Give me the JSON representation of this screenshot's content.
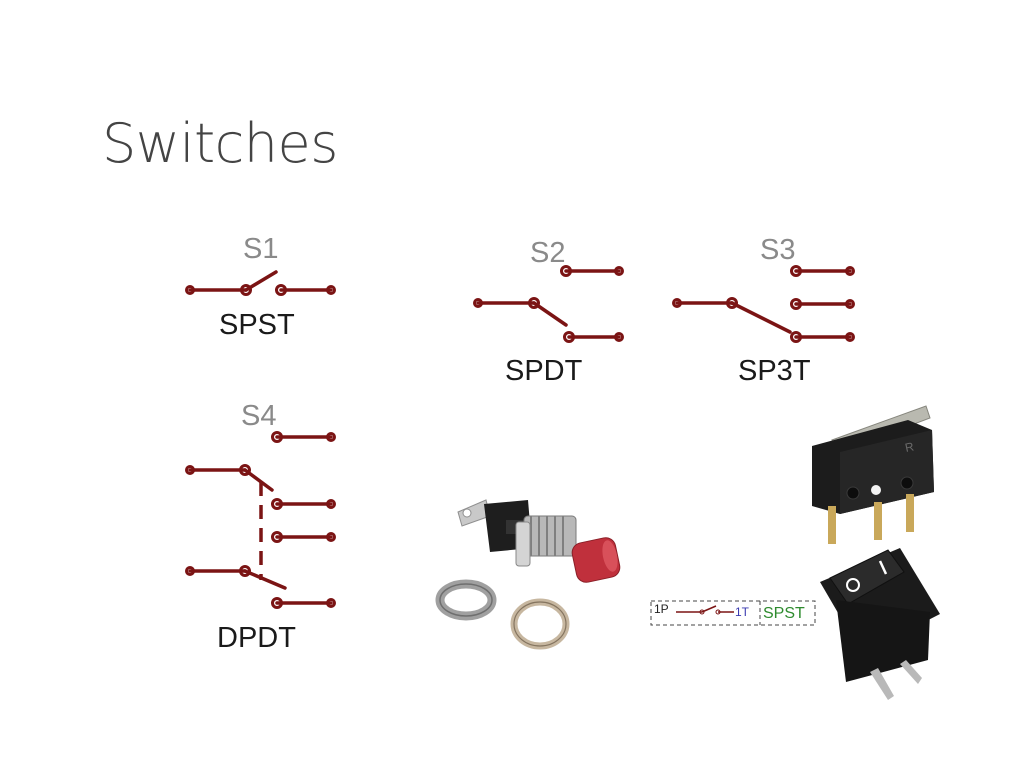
{
  "slide": {
    "title": "Switches"
  },
  "symbols": {
    "s1": {
      "designator": "S1",
      "type": "SPST"
    },
    "s2": {
      "designator": "S2",
      "type": "SPDT"
    },
    "s3": {
      "designator": "S3",
      "type": "SP3T"
    },
    "s4": {
      "designator": "S4",
      "type": "DPDT"
    }
  },
  "schematic_chip": {
    "pole_label": "1P",
    "throw_label": "1T",
    "type_label": "SPST"
  },
  "photos": {
    "pushbutton": "pushbutton-switch-photo",
    "microswitch": "micro-switch-photo",
    "rocker": "rocker-switch-photo"
  },
  "colors": {
    "wire": "#7b1414",
    "title": "#444444",
    "designator": "#8a8a8a",
    "chip_green": "#2e8b2e",
    "chip_blue": "#3a3ab0"
  }
}
